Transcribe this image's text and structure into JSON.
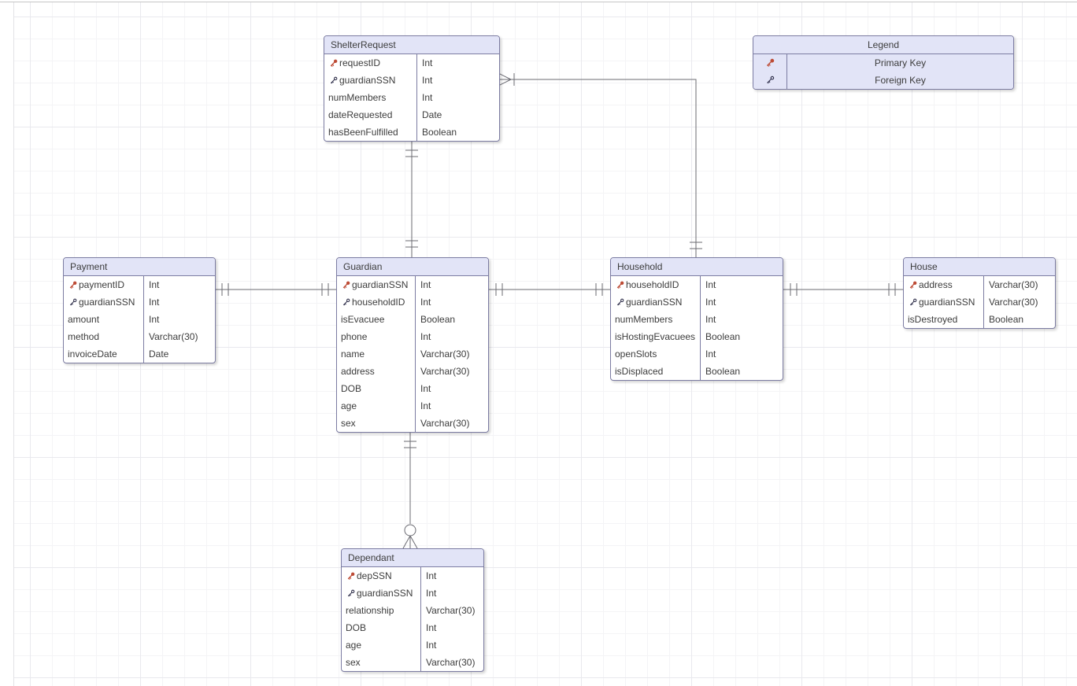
{
  "diagram": {
    "type": "entity-relationship",
    "colors": {
      "header_fill": "#e2e4f7",
      "table_border": "#7c7ca2",
      "connector_line": "#6b6b72",
      "primary_key_icon": "#bd4b35",
      "foreign_key_icon": "#2e2e4a",
      "canvas_background": "#ffffff"
    },
    "tables": [
      {
        "title": "ShelterRequest",
        "rows": [
          {
            "key": "pk",
            "name": "requestID",
            "type": "Int"
          },
          {
            "key": "fk",
            "name": "guardianSSN",
            "type": "Int"
          },
          {
            "name": "numMembers",
            "type": "Int"
          },
          {
            "name": "dateRequested",
            "type": "Date"
          },
          {
            "name": "hasBeenFulfilled",
            "type": "Boolean"
          }
        ]
      },
      {
        "title": "Payment",
        "rows": [
          {
            "key": "pk",
            "name": "paymentID",
            "type": "Int"
          },
          {
            "key": "fk",
            "name": "guardianSSN",
            "type": "Int"
          },
          {
            "name": "amount",
            "type": "Int"
          },
          {
            "name": "method",
            "type": "Varchar(30)"
          },
          {
            "name": "invoiceDate",
            "type": "Date"
          }
        ]
      },
      {
        "title": "Guardian",
        "rows": [
          {
            "key": "pk",
            "name": "guardianSSN",
            "type": "Int"
          },
          {
            "key": "fk",
            "name": "householdID",
            "type": "Int"
          },
          {
            "name": "isEvacuee",
            "type": "Boolean"
          },
          {
            "name": "phone",
            "type": "Int"
          },
          {
            "name": "name",
            "type": "Varchar(30)"
          },
          {
            "name": "address",
            "type": "Varchar(30)"
          },
          {
            "name": "DOB",
            "type": "Int"
          },
          {
            "name": "age",
            "type": "Int"
          },
          {
            "name": "sex",
            "type": "Varchar(30)"
          }
        ]
      },
      {
        "title": "Household",
        "rows": [
          {
            "key": "pk",
            "name": "householdID",
            "type": "Int"
          },
          {
            "key": "fk",
            "name": "guardianSSN",
            "type": "Int"
          },
          {
            "name": "numMembers",
            "type": "Int"
          },
          {
            "name": "isHostingEvacuees",
            "type": "Boolean"
          },
          {
            "name": "openSlots",
            "type": "Int"
          },
          {
            "name": "isDisplaced",
            "type": "Boolean"
          }
        ]
      },
      {
        "title": "House",
        "rows": [
          {
            "key": "pk",
            "name": "address",
            "type": "Varchar(30)"
          },
          {
            "key": "fk",
            "name": "guardianSSN",
            "type": "Varchar(30)"
          },
          {
            "name": "isDestroyed",
            "type": "Boolean"
          }
        ]
      },
      {
        "title": "Dependant",
        "rows": [
          {
            "key": "pk",
            "name": "depSSN",
            "type": "Int"
          },
          {
            "key": "fk",
            "name": "guardianSSN",
            "type": "Int"
          },
          {
            "name": "relationship",
            "type": "Varchar(30)"
          },
          {
            "name": "DOB",
            "type": "Int"
          },
          {
            "name": "age",
            "type": "Int"
          },
          {
            "name": "sex",
            "type": "Varchar(30)"
          }
        ]
      }
    ],
    "legend": {
      "title": "Legend",
      "items": [
        {
          "key": "pk",
          "label": "Primary Key"
        },
        {
          "key": "fk",
          "label": "Foreign Key"
        }
      ]
    },
    "relationships": [
      {
        "from": "ShelterRequest",
        "to": "Household",
        "from_cardinality": "one-or-many",
        "to_cardinality": "exactly-one"
      },
      {
        "from": "ShelterRequest",
        "to": "Guardian",
        "from_cardinality": "exactly-one",
        "to_cardinality": "exactly-one"
      },
      {
        "from": "Payment",
        "to": "Guardian",
        "from_cardinality": "exactly-one",
        "to_cardinality": "exactly-one"
      },
      {
        "from": "Guardian",
        "to": "Household",
        "from_cardinality": "exactly-one",
        "to_cardinality": "exactly-one"
      },
      {
        "from": "Household",
        "to": "House",
        "from_cardinality": "exactly-one",
        "to_cardinality": "exactly-one"
      },
      {
        "from": "Guardian",
        "to": "Dependant",
        "from_cardinality": "exactly-one",
        "to_cardinality": "zero-or-many"
      }
    ]
  }
}
